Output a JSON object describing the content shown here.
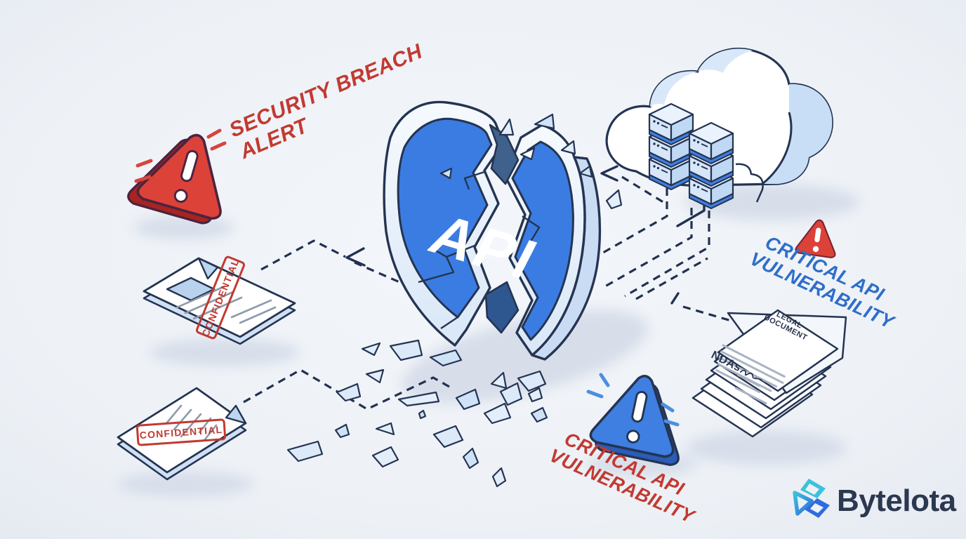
{
  "alerts": {
    "security_breach": {
      "line1": "SECURITY BREACH",
      "line2": "ALERT",
      "color": "#c23a31"
    },
    "critical_api_cloud": {
      "line1": "CRITICAL API",
      "line2": "VULNERABILITY",
      "color": "#2f6ec9"
    },
    "critical_api_bottom": {
      "line1": "CRITICAL API",
      "line2": "VULNERABILITY",
      "color": "#c23a31"
    }
  },
  "shield": {
    "label": "API",
    "face_color": "#3b7ce2"
  },
  "documents": {
    "confidential_top": {
      "stamp": "CONFIDENTIAL"
    },
    "confidential_bottom": {
      "stamp": "CONFIDENTIAL"
    },
    "legal_stack": {
      "title_line1": "LEGAL",
      "title_line2": "DOCUMENT",
      "side_label": "NDAs"
    }
  },
  "brand": {
    "name": "Bytelota",
    "accent_teal": "#3ec1dc",
    "accent_blue": "#2f6be0",
    "text_color": "#2b3850"
  },
  "palette": {
    "outline_navy": "#243452",
    "alert_red": "#d6453c",
    "alert_blue": "#3e7fe1",
    "background": "#edf1f6"
  }
}
